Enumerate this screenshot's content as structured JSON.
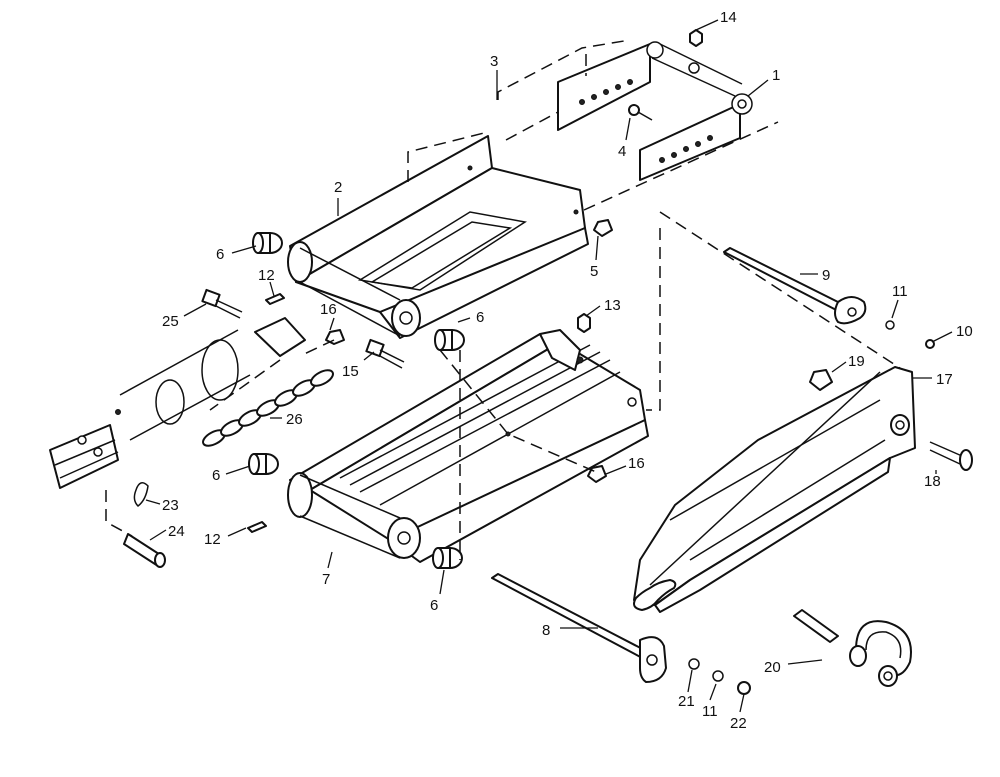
{
  "labels": {
    "l1": "1",
    "l2": "2",
    "l3": "3",
    "l4": "4",
    "l5": "5",
    "l6a": "6",
    "l6b": "6",
    "l6c": "6",
    "l6d": "6",
    "l7": "7",
    "l8": "8",
    "l9": "9",
    "l10": "10",
    "l11a": "11",
    "l11b": "11",
    "l12a": "12",
    "l12b": "12",
    "l13": "13",
    "l14": "14",
    "l15": "15",
    "l16a": "16",
    "l16b": "16",
    "l17": "17",
    "l18": "18",
    "l19": "19",
    "l20": "20",
    "l21": "21",
    "l22": "22",
    "l23": "23",
    "l24": "24",
    "l25": "25",
    "l26": "26"
  }
}
